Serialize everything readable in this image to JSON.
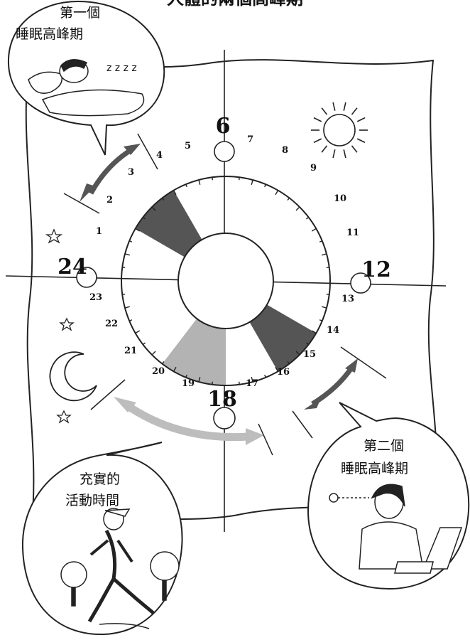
{
  "title": "人體的兩個高峰期",
  "bubbles": {
    "first_line1": "第一個",
    "first_line2": "睡眠高峰期",
    "second_line1": "第二個",
    "second_line2": "睡眠高峰期",
    "active_line1": "充實的",
    "active_line2": "活動時間"
  },
  "sleep_sound": "z z z z",
  "clock": {
    "major_labels": [
      "6",
      "12",
      "18",
      "24"
    ],
    "hours": [
      "1",
      "2",
      "3",
      "4",
      "5",
      "7",
      "8",
      "9",
      "10",
      "11",
      "13",
      "14",
      "15",
      "16",
      "17",
      "19",
      "20",
      "21",
      "22",
      "23"
    ],
    "colors": {
      "sleep_peak": "#555555",
      "active_time": "#b3b3b3",
      "arrow_dark": "#555555",
      "arrow_light": "#bdbdbd"
    }
  }
}
